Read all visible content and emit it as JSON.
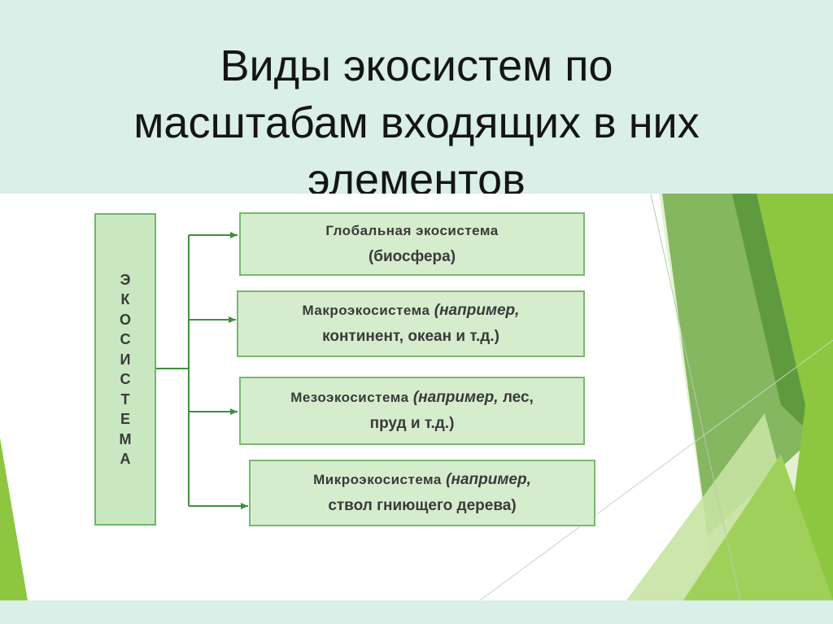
{
  "title": {
    "line1": "Виды экосистем по",
    "line2": "масштабам входящих в них",
    "line3": "элементов"
  },
  "diagram": {
    "root_letters": [
      "Э",
      "К",
      "О",
      "С",
      "И",
      "С",
      "Т",
      "Е",
      "М",
      "А"
    ],
    "nodes": [
      {
        "line1": {
          "a": "Глобальная экосистема",
          "em": "",
          "b": ""
        },
        "line2": {
          "a": "(биосфера)",
          "em": "",
          "b": ""
        }
      },
      {
        "line1": {
          "a": "Макроэкосистема",
          "em": "(например,",
          "b": ""
        },
        "line2": {
          "a": "континент, океан и т.д.)",
          "em": "",
          "b": ""
        }
      },
      {
        "line1": {
          "a": "Мезоэкосистема",
          "em": "(например,",
          "b": "лес,"
        },
        "line2": {
          "a": "пруд и т.д.)",
          "em": "",
          "b": ""
        }
      },
      {
        "line1": {
          "a": "Микроэкосистема",
          "em": "(например,",
          "b": ""
        },
        "line2": {
          "a": "ствол гниющего дерева)",
          "em": "",
          "b": ""
        }
      }
    ]
  },
  "colors": {
    "title_band": "#d9efe8",
    "box_fill": "#d6edcd",
    "box_border": "#76ba6e",
    "connector": "#3f8f3d",
    "accent_green": "#8dc63f",
    "dark_green": "#5a9e3a"
  }
}
